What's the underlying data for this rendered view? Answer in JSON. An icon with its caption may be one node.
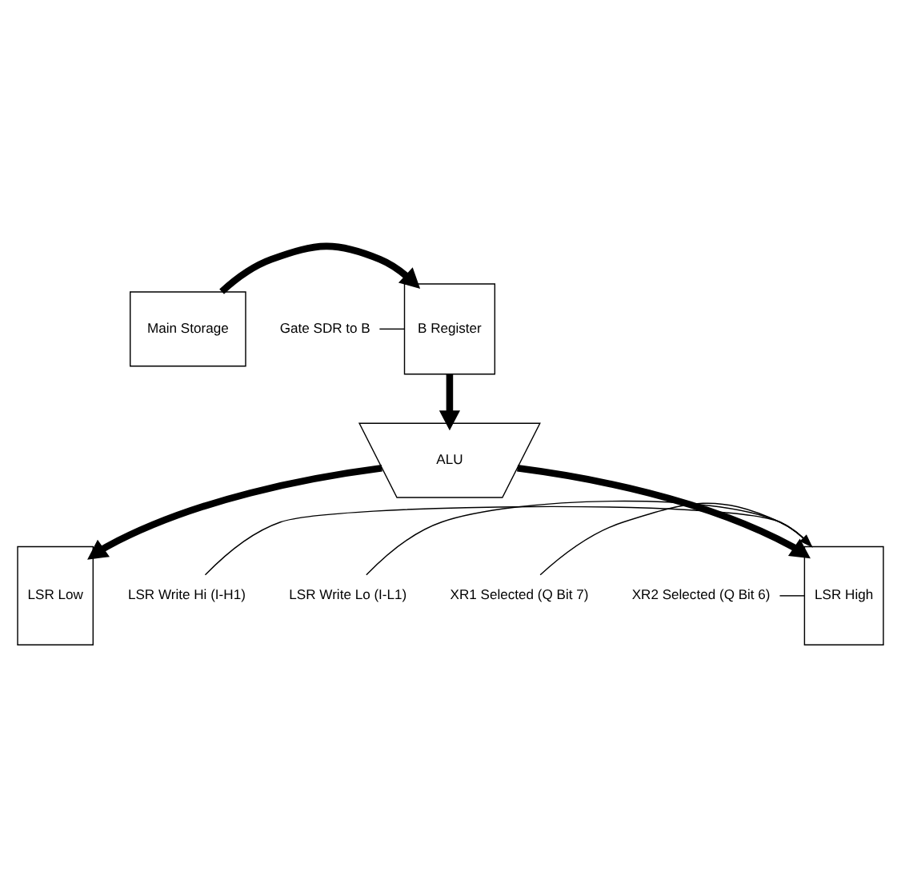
{
  "diagram": {
    "nodes": [
      {
        "text": [
          "Main Storage"
        ]
      },
      {
        "text": [
          "B Register"
        ]
      },
      {
        "text": [
          "Gate SDR to B"
        ]
      },
      {
        "text": [
          "ALU"
        ]
      },
      {
        "text": [
          "LSR Write Hi (I-H1)"
        ]
      },
      {
        "text": [
          "LSR Write Lo (I-L1)"
        ]
      },
      {
        "text": [
          "XR1 Selected (Q Bit 7)"
        ]
      },
      {
        "text": [
          "XR2 Selected (Q Bit 6)"
        ]
      },
      {
        "text": [
          "LSR High"
        ]
      },
      {
        "text": [
          "LSR Low"
        ]
      }
    ],
    "edges": [
      {
        "from": 0,
        "to": 1,
        "arrow": "to",
        "style": "thick"
      },
      {
        "from": 2,
        "to": 1,
        "arrow": "none"
      },
      {
        "from": 1,
        "to": 3,
        "arrow": "to",
        "style": "thick"
      },
      {
        "from": 3,
        "to": 8,
        "arrow": "to",
        "style": "thick"
      },
      {
        "from": 3,
        "to": 9,
        "arrow": "to",
        "style": "thick"
      },
      {
        "from": 4,
        "to": 8,
        "arrow": "to"
      },
      {
        "from": 5,
        "to": 8,
        "arrow": "none"
      },
      {
        "from": 6,
        "to": 8,
        "arrow": "none"
      },
      {
        "from": 7,
        "to": 8,
        "arrow": "none"
      }
    ]
  }
}
